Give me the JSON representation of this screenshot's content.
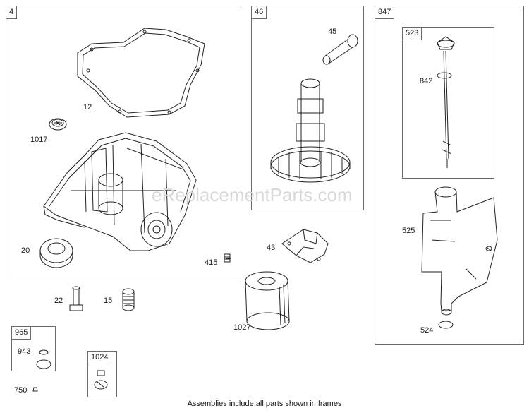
{
  "frames": {
    "f4": "4",
    "f46": "46",
    "f847": "847",
    "f523": "523",
    "f965": "965",
    "f1024": "1024"
  },
  "parts": {
    "p12": "12",
    "p1017": "1017",
    "p20": "20",
    "p415": "415",
    "p45": "45",
    "p842": "842",
    "p525": "525",
    "p524": "524",
    "p43": "43",
    "p22": "22",
    "p15": "15",
    "p1027": "1027",
    "p943": "943",
    "p750": "750"
  },
  "watermark": "eReplacementParts.com",
  "footer": "Assemblies include all parts shown in frames"
}
